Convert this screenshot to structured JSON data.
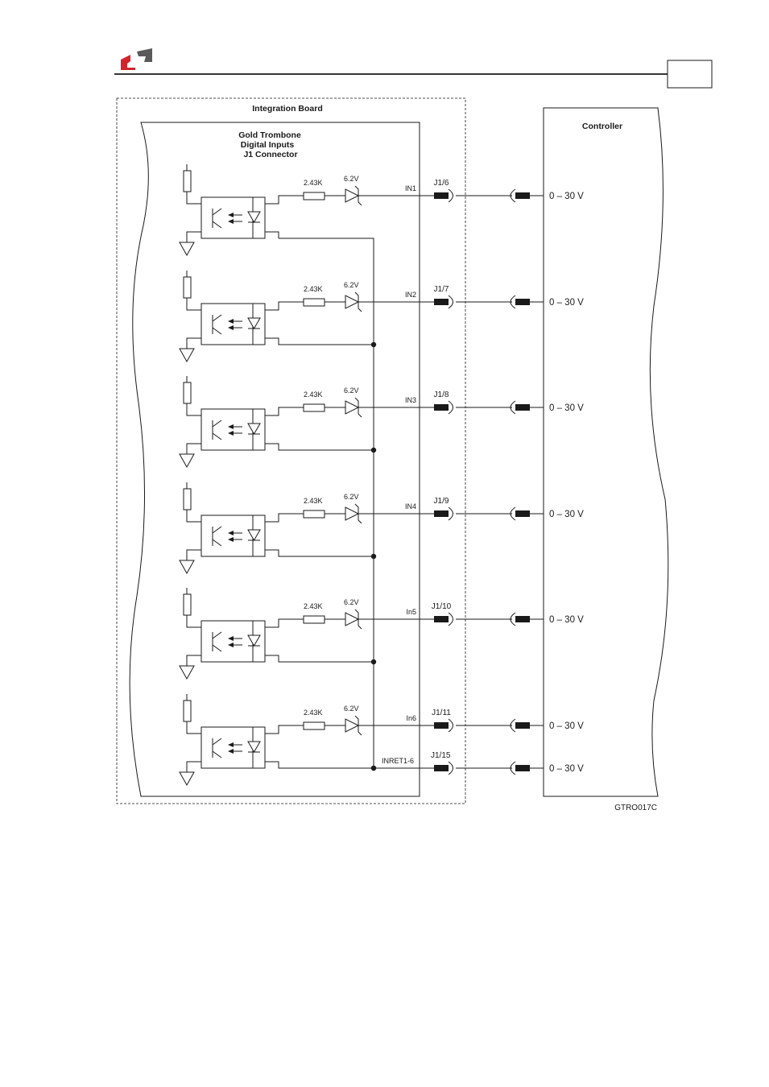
{
  "diagram": {
    "integration_board_label": "Integration Board",
    "connector_title": [
      "Gold Trombone",
      "Digital Inputs",
      "J1 Connector"
    ],
    "controller_label": "Controller",
    "figure_code": "GTRO017C",
    "resistor_label": "2.43K",
    "zener_label": "6.2V",
    "voltage_label": "0 – 30 V",
    "channels": [
      {
        "signal": "IN1",
        "pin": "J1/6"
      },
      {
        "signal": "IN2",
        "pin": "J1/7"
      },
      {
        "signal": "IN3",
        "pin": "J1/8"
      },
      {
        "signal": "IN4",
        "pin": "J1/9"
      },
      {
        "signal": "In5",
        "pin": "J1/10"
      },
      {
        "signal": "In6",
        "pin": "J1/11"
      }
    ],
    "return_line": {
      "signal": "INRET1-6",
      "pin": "J1/15"
    }
  },
  "colors": {
    "logo_red": "#d3242b",
    "logo_gray": "#5a5a5a",
    "line": "#1a1a1a"
  },
  "icons": [
    "logo-icon",
    "optocoupler-icon",
    "resistor-icon",
    "zener-diode-icon",
    "ground-icon",
    "connector-icon"
  ]
}
